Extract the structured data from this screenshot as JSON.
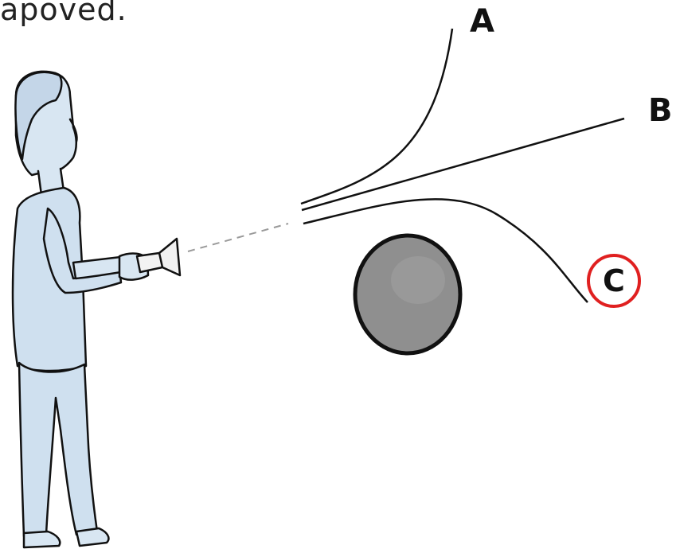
{
  "caption": "apoved.",
  "labels": {
    "a": "A",
    "b": "B",
    "c": "C"
  },
  "selected_answer": "C",
  "colors": {
    "highlight_ring": "#e02020",
    "ball_fill": "#8f8f8f",
    "clothing": "#cfe0ef",
    "outline": "#111111",
    "beam": "#9a9a9a"
  }
}
